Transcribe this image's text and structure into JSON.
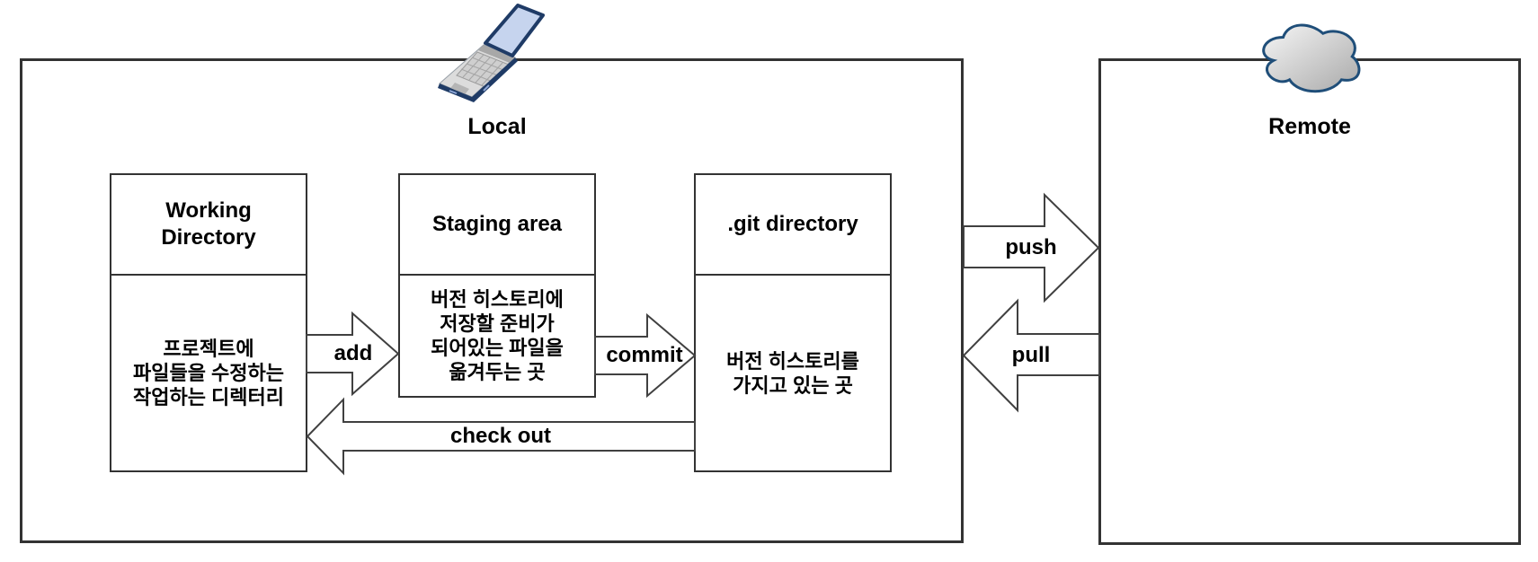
{
  "local": {
    "label": "Local",
    "working_directory": {
      "title": "Working\nDirectory",
      "description": "프로젝트에\n파일들을 수정하는\n작업하는 디렉터리"
    },
    "staging_area": {
      "title": "Staging area",
      "description": "버전 히스토리에\n저장할 준비가\n되어있는 파일을\n옮겨두는 곳"
    },
    "git_directory": {
      "title": ".git directory",
      "description": "버전 히스토리를\n가지고 있는 곳"
    }
  },
  "remote": {
    "label": "Remote"
  },
  "arrows": {
    "add": {
      "label": "add",
      "from": "Working Directory",
      "to": "Staging area",
      "direction": "right"
    },
    "commit": {
      "label": "commit",
      "from": "Staging area",
      "to": ".git directory",
      "direction": "right"
    },
    "check_out": {
      "label": "check out",
      "from": ".git directory",
      "to": "Working Directory",
      "direction": "left"
    },
    "push": {
      "label": "push",
      "from": "Local",
      "to": "Remote",
      "direction": "right"
    },
    "pull": {
      "label": "pull",
      "from": "Remote",
      "to": "Local",
      "direction": "left"
    }
  },
  "icons": {
    "local": "laptop-icon",
    "remote": "cloud-icon"
  },
  "colors": {
    "line": "#333333",
    "arrow_stroke": "#404040",
    "navy": "#1f3b66",
    "cloud_stroke": "#1f4e79",
    "screen_blue": "#c6d4ee",
    "laptop_gray": "#dcdcdc",
    "cloud_gradient_light": "#f6f6f6",
    "cloud_gradient_dark": "#a9a9a9"
  }
}
